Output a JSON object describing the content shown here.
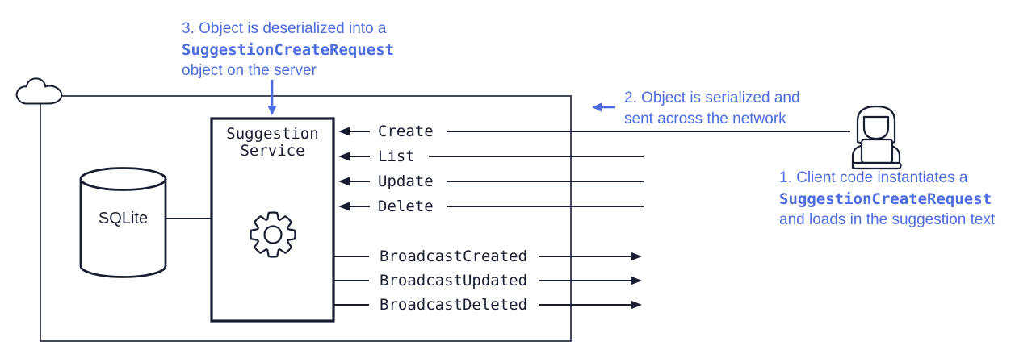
{
  "colors": {
    "ink": "#191d32",
    "accent": "#4d6ce0",
    "background": "#ffffff"
  },
  "database": {
    "label": "SQLite"
  },
  "service": {
    "label_line1": "Suggestion",
    "label_line2": "Service"
  },
  "inbound_calls": [
    "Create",
    "List",
    "Update",
    "Delete"
  ],
  "outbound_events": [
    "BroadcastCreated",
    "BroadcastUpdated",
    "BroadcastDeleted"
  ],
  "annotations": {
    "step1": {
      "line1": "1. Client code instantiates a",
      "code": "SuggestionCreateRequest",
      "line3": "and loads in the suggestion text"
    },
    "step2": {
      "line1": "2. Object is serialized and",
      "line2": "sent across the network"
    },
    "step3": {
      "line1": "3. Object is deserialized into a",
      "code": "SuggestionCreateRequest",
      "line3": "object on the server"
    }
  },
  "icons": {
    "cloud": "cloud-icon",
    "gear": "gear-icon",
    "person": "woman-at-laptop-icon"
  }
}
